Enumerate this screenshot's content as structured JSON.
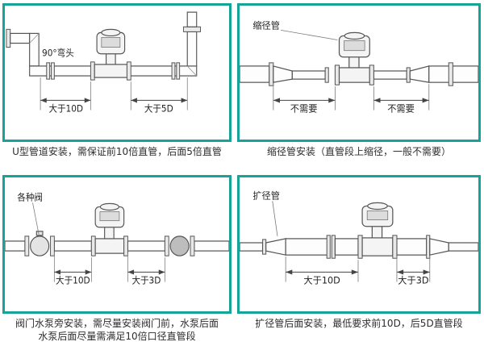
{
  "colors": {
    "accent": "#17a398",
    "line": "#555555",
    "text": "#2e2e2e"
  },
  "panels": [
    {
      "id": "u-pipe-install",
      "part_label": "90°弯头",
      "dim_left": "大于10D",
      "dim_right": "大于5D",
      "caption": "U型管道安装，需保证前10倍直管，后面5倍直管"
    },
    {
      "id": "reducer-install",
      "part_label": "缩径管",
      "dim_left": "不需要",
      "dim_right": "不需要",
      "caption": "缩径管安装（直管段上缩径，一般不需要）"
    },
    {
      "id": "valve-pump-install",
      "part_label": "各种阀",
      "dim_left": "大于10D",
      "dim_right": "大于3D",
      "caption": "阀门水泵旁安装，需尽量安装阀门前，水泵后面",
      "caption_line2": "水泵后面尽量需满足10倍口径直管段"
    },
    {
      "id": "expander-install",
      "part_label": "扩径管",
      "dim_left": "大于10D",
      "dim_right": "大于3D",
      "caption": "扩径管后面安装，最低要求前10D，后5D直管段"
    }
  ]
}
